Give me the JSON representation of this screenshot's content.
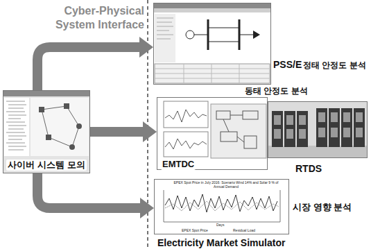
{
  "diagram": {
    "title": "Cyber-Physical System Interface",
    "nodes": [
      {
        "text": [
          "사이버 시스템 모의"
        ]
      },
      {
        "text": [
          "PSS/E",
          "정태 안정도 분석"
        ]
      },
      {
        "text": [
          "EMTDC",
          "동태 안정도 분석"
        ]
      },
      {
        "text": [
          "RTDS"
        ]
      },
      {
        "text": [
          "Electricity Market Simulator",
          "시장 영향 분석"
        ]
      }
    ],
    "edges": [
      {
        "from": 0,
        "to": 1,
        "arrow": "to"
      },
      {
        "from": 0,
        "to": 2,
        "arrow": "to"
      },
      {
        "from": 0,
        "to": 4,
        "arrow": "to"
      }
    ],
    "labels": [
      "EPEX Spot Price in July 2016: Scenario Wind 14% and Solar 9 % of Annual Demand",
      "Days",
      "EPEX Spot Price",
      "Residual Load"
    ]
  }
}
